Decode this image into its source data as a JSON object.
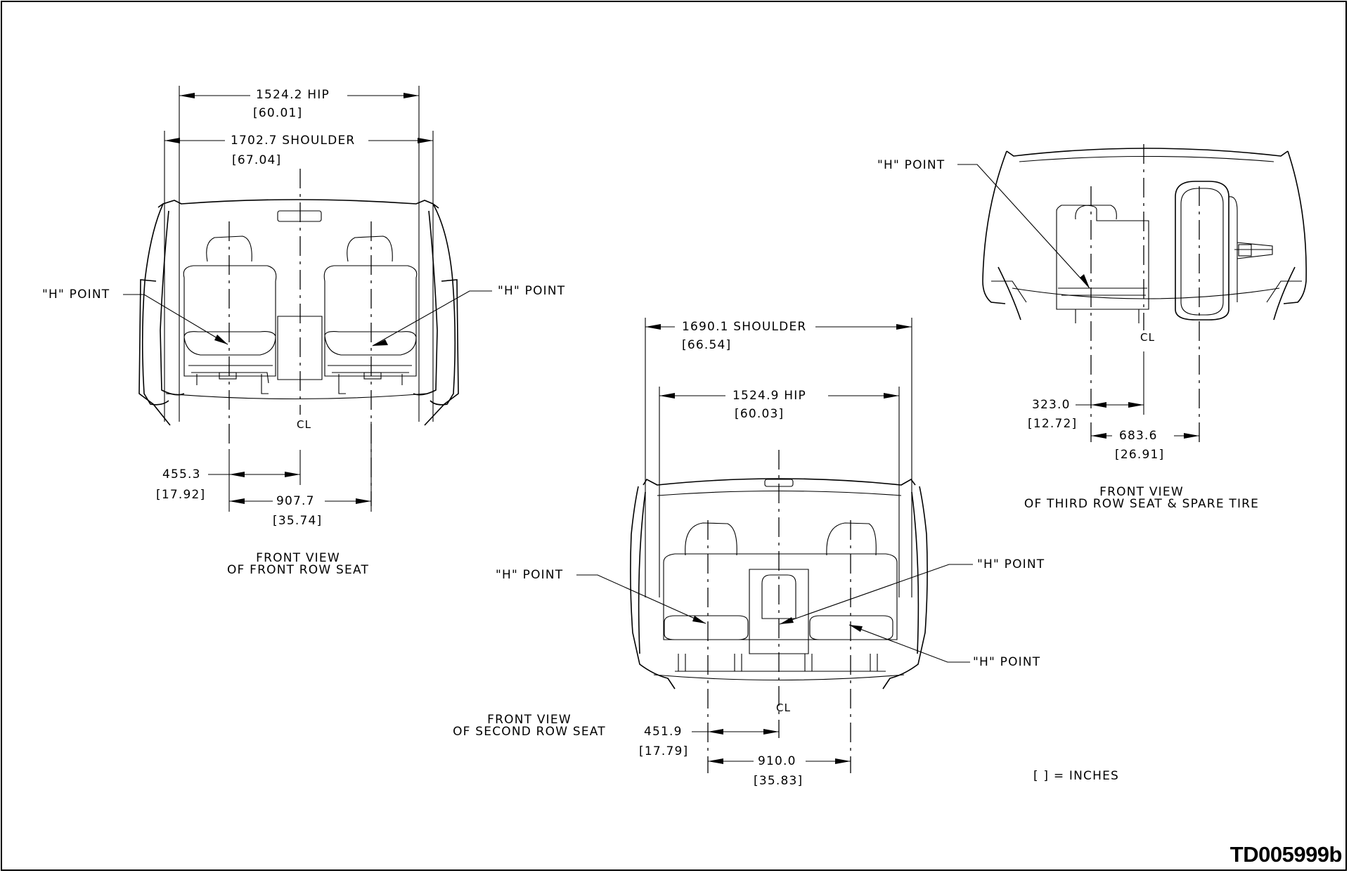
{
  "front_row": {
    "hip": "1524.2 HIP",
    "hip_in": "[60.01]",
    "shoulder": "1702.7 SHOULDER",
    "shoulder_in": "[67.04]",
    "h_point_left": "\"H\" POINT",
    "h_point_right": "\"H\" POINT",
    "centerline": "CL",
    "offset": "455.3",
    "offset_in": "[17.92]",
    "spacing": "907.7",
    "spacing_in": "[35.74]",
    "caption_line1": "FRONT VIEW",
    "caption_line2": "OF FRONT ROW SEAT"
  },
  "second_row": {
    "shoulder": "1690.1 SHOULDER",
    "shoulder_in": "[66.54]",
    "hip": "1524.9 HIP",
    "hip_in": "[60.03]",
    "h_point_left": "\"H\" POINT",
    "h_point_center": "\"H\" POINT",
    "h_point_right": "\"H\" POINT",
    "centerline": "CL",
    "offset": "451.9",
    "offset_in": "[17.79]",
    "spacing": "910.0",
    "spacing_in": "[35.83]",
    "caption_line1": "FRONT VIEW",
    "caption_line2": "OF SECOND ROW SEAT"
  },
  "third_row": {
    "h_point": "\"H\" POINT",
    "centerline": "CL",
    "offset": "323.0",
    "offset_in": "[12.72]",
    "spacing": "683.6",
    "spacing_in": "[26.91]",
    "caption_line1": "FRONT VIEW",
    "caption_line2": "OF THIRD ROW SEAT & SPARE TIRE"
  },
  "legend": "[ ] = INCHES",
  "doc_id": "TD005999b"
}
